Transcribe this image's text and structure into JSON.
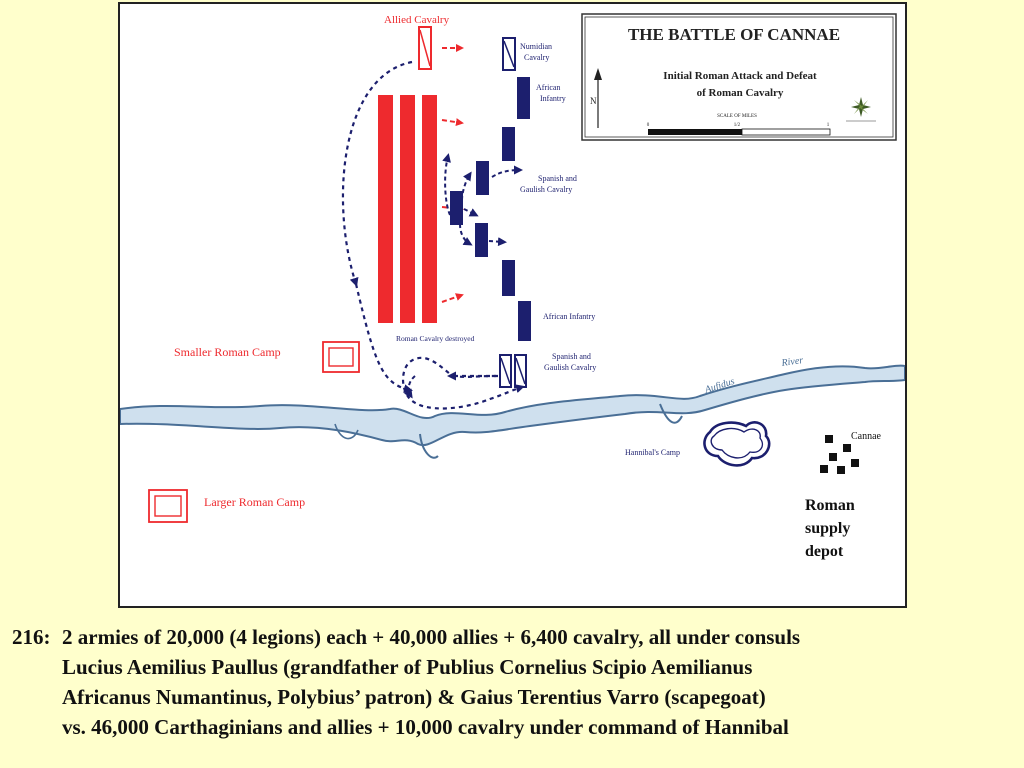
{
  "map": {
    "title_box": {
      "title": "THE BATTLE OF CANNAE",
      "subtitle_line1": "Initial Roman Attack and Defeat",
      "subtitle_line2": "of Roman Cavalry",
      "north_label": "N",
      "scale_label": "SCALE OF MILES",
      "scale_ticks": [
        "0",
        "1/2",
        "1"
      ]
    },
    "labels": {
      "allied_cavalry": "Allied Cavalry",
      "numidian_line1": "Numidian",
      "numidian_line2": "Cavalry",
      "african_infantry_top_line1": "African",
      "african_infantry_top_line2": "Infantry",
      "spanish_gaulish_top_line1": "Spanish and",
      "spanish_gaulish_top_line2": "Gaulish Cavalry",
      "african_infantry_bottom": "African Infantry",
      "spanish_gaulish_bottom_line1": "Spanish and",
      "spanish_gaulish_bottom_line2": "Gaulish Cavalry",
      "roman_cavalry_destroyed": "Roman Cavalry destroyed",
      "smaller_roman_camp": "Smaller Roman Camp",
      "larger_roman_camp": "Larger Roman Camp",
      "aufidus": "Aufidus",
      "river": "River",
      "hannibals_camp": "Hannibal's Camp",
      "cannae": "Cannae",
      "supply_line1": "Roman",
      "supply_line2": "supply",
      "supply_line3": "depot"
    },
    "colors": {
      "roman": "#ee2a2e",
      "carthaginian": "#1c1f6e",
      "river_fill": "#cfe0ee",
      "river_edge": "#4a6f96"
    }
  },
  "caption": {
    "number": "216:",
    "lines": [
      "2 armies of 20,000 (4 legions) each + 40,000 allies + 6,400 cavalry, all under consuls",
      "Lucius Aemilius Paullus (grandfather of Publius Cornelius Scipio Aemilianus",
      "Africanus Numantinus, Polybius’ patron) & Gaius Terentius Varro (scapegoat)",
      "vs. 46,000 Carthaginians and allies + 10,000 cavalry under command of Hannibal"
    ]
  }
}
